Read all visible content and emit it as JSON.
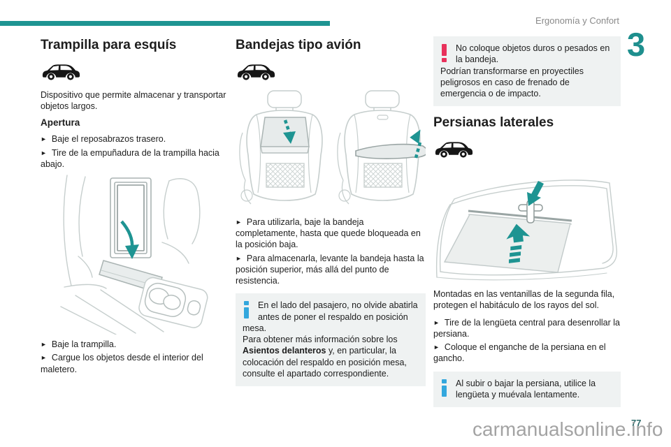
{
  "page": {
    "header": "Ergonomía y Confort",
    "chapter_number": "3",
    "page_number": "77",
    "watermark": "carmanualsonline.info",
    "bullet_char": "►",
    "colors": {
      "accent_teal": "#1e9492",
      "warning_red": "#e8315b",
      "info_blue": "#33a7dd",
      "note_box_bg": "#eff2f2"
    }
  },
  "left_column": {
    "title": "Trampilla para esquís",
    "intro": "Dispositivo que permite almacenar y transportar objetos largos.",
    "subtitle": "Apertura",
    "bullets_top": [
      "Baje el reposabrazos trasero.",
      "Tire de la empuñadura de la trampilla hacia abajo."
    ],
    "bullets_bottom": [
      "Baje la trampilla.",
      "Cargue los objetos desde el interior del maletero."
    ]
  },
  "middle_column": {
    "title": "Bandejas tipo avión",
    "bullets": [
      "Para utilizarla, baje la bandeja completamente, hasta que quede bloqueada en la posición baja.",
      "Para almacenarla, levante la bandeja hasta la posición superior, más allá del punto de resistencia."
    ],
    "note": {
      "lead": "En el lado del pasajero, no olvide abatirla antes de poner el respaldo en posición mesa.",
      "more_before": "Para obtener más información sobre los ",
      "more_bold": "Asientos delanteros",
      "more_after": " y, en particular, la colocación del respaldo en posición mesa, consulte el apartado correspondiente."
    }
  },
  "right_column": {
    "warning": {
      "lead": "No coloque objetos duros o pesados en la bandeja.",
      "body": "Podrían transformarse en proyectiles peligrosos en caso de frenado de emergencia o de impacto."
    },
    "title": "Persianas laterales",
    "intro": "Montadas en las ventanillas de la segunda fila, protegen el habitáculo de los rayos del sol.",
    "bullets": [
      "Tire de la lengüeta central para desenrollar la persiana.",
      "Coloque el enganche de la persiana en el gancho."
    ],
    "note": "Al subir o bajar la persiana, utilice la lengüeta y muévala lentamente."
  }
}
